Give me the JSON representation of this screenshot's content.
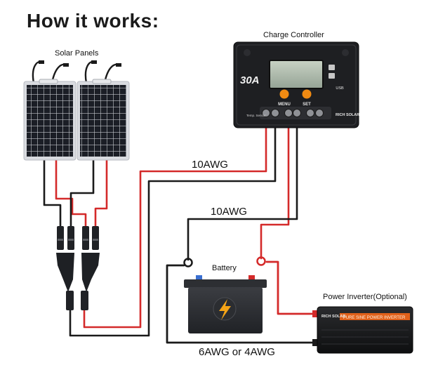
{
  "title": "How it works:",
  "labels": {
    "solar_panels": "Solar Panels",
    "charge_controller": "Charge Controller",
    "battery": "Battery",
    "power_inverter": "Power Inverter(Optional)"
  },
  "wire_gauges": {
    "pv_to_controller": "10AWG",
    "controller_to_battery": "10AWG",
    "battery_to_inverter": "6AWG or 4AWG"
  },
  "controller": {
    "rating": "30A",
    "menu_button": "MENU",
    "set_button": "SET",
    "usb_label": "USB",
    "brand": "RICH SOLAR",
    "sensor_label": "Temp. Sensor"
  },
  "inverter": {
    "brand": "RICH SOLAR",
    "band_text": "PURE SINE POWER INVERTER"
  },
  "colors": {
    "positive_wire": "#d42a2a",
    "negative_wire": "#1a1a1a",
    "panel_cell": "#14161c",
    "panel_frame": "#d9dbe0",
    "controller_body": "#1e1f22",
    "controller_button": "#f08a12",
    "battery_body": "#2d2f33",
    "bolt": "#f5a416",
    "inverter_band": "#e0601a"
  }
}
